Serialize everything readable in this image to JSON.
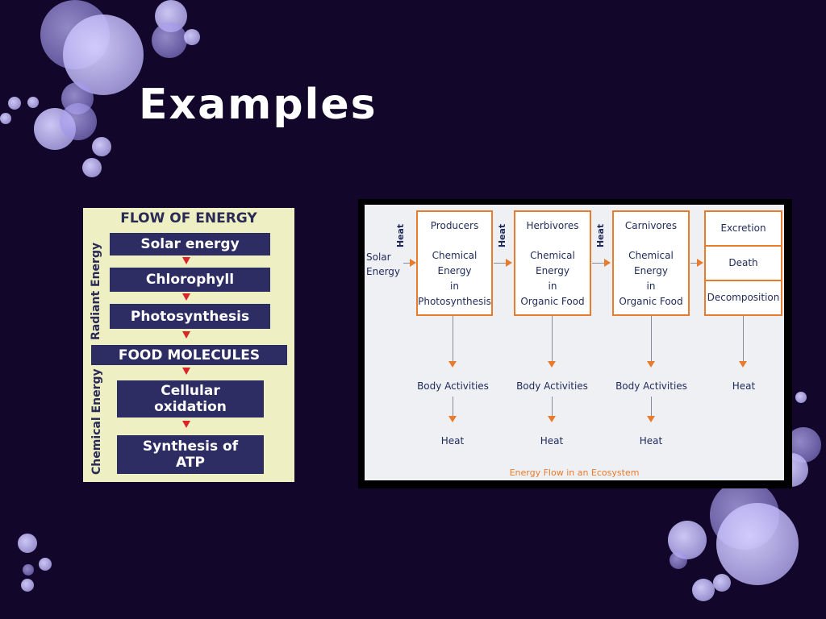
{
  "slide": {
    "title": "Examples",
    "colors": {
      "background": "#12072a",
      "bubble": "#b9b1f2",
      "accent_orange": "#e87b2c",
      "navy": "#2d2c63",
      "arrow_red": "#d9252a"
    }
  },
  "flow_of_energy": {
    "heading": "FLOW OF ENERGY",
    "steps": [
      "Solar energy",
      "Chlorophyll",
      "Photosynthesis",
      "FOOD MOLECULES",
      "Cellular oxidation",
      "Synthesis of ATP"
    ],
    "side_labels": {
      "upper": "Radiant Energy",
      "lower": "Chemical Energy"
    }
  },
  "ecosystem": {
    "caption": "Energy Flow in an Ecosystem",
    "source": [
      "Solar",
      "Energy"
    ],
    "heat_label": "Heat",
    "levels": [
      {
        "name": "Producers",
        "detail": [
          "Chemical",
          "Energy",
          "in",
          "Photosynthesis"
        ],
        "output": "Body Activities",
        "final": "Heat"
      },
      {
        "name": "Herbivores",
        "detail": [
          "Chemical",
          "Energy",
          "in",
          "Organic Food"
        ],
        "output": "Body Activities",
        "final": "Heat"
      },
      {
        "name": "Carnivores",
        "detail": [
          "Chemical",
          "Energy",
          "in",
          "Organic Food"
        ],
        "output": "Body Activities",
        "final": "Heat"
      }
    ],
    "end_stack": [
      "Excretion",
      "Death",
      "Decomposition"
    ],
    "end_output": "Heat"
  }
}
